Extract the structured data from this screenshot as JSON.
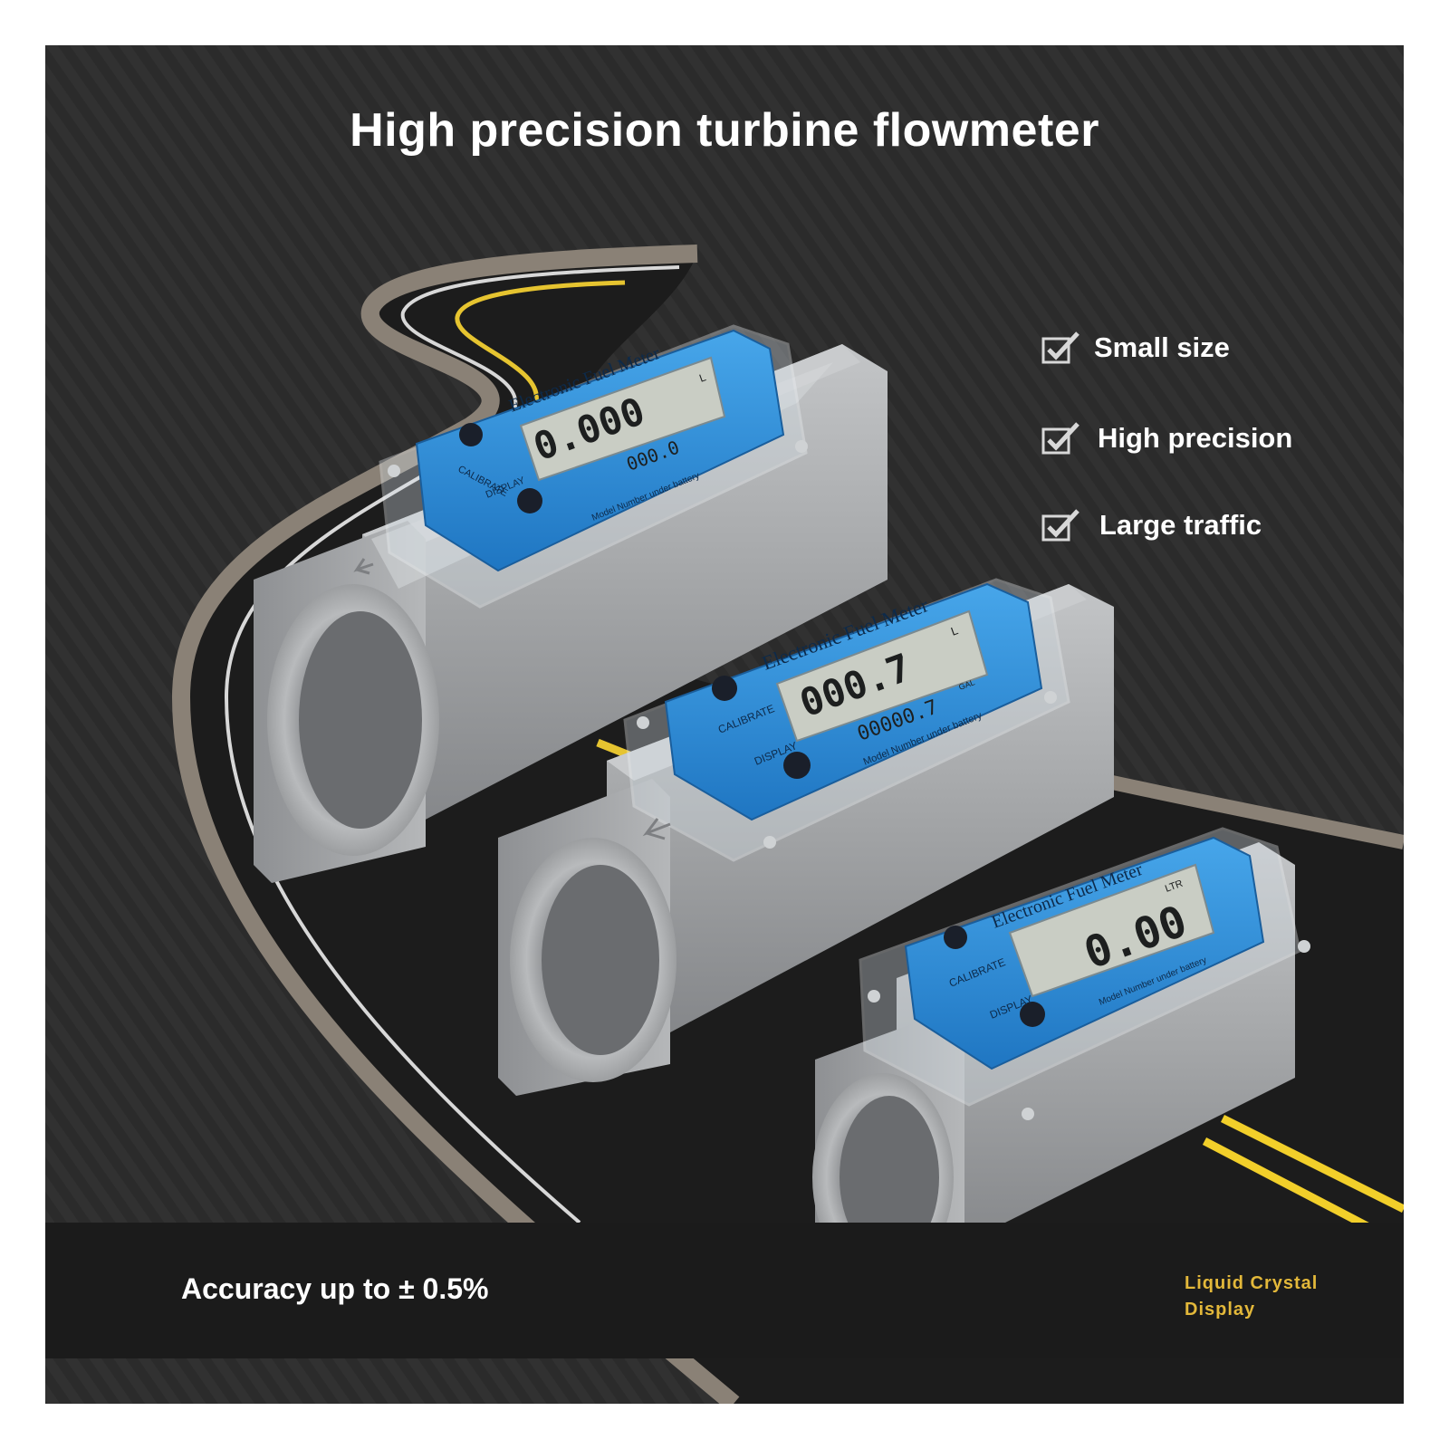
{
  "title": "High precision turbine flowmeter",
  "features": [
    {
      "label": "Small size",
      "icon": "checkbox-checked-icon"
    },
    {
      "label": "High precision",
      "icon": "checkbox-checked-icon"
    },
    {
      "label": "Large traffic",
      "icon": "checkbox-checked-icon"
    }
  ],
  "accuracy": "Accuracy up to ± 0.5%",
  "lcd_caption": {
    "line1": "Liquid Crystal",
    "line2": "Display"
  },
  "meters": [
    {
      "brand": "Electronic Fuel Meter",
      "calibrate": "CALIBRATE",
      "display": "DISPLAY",
      "footer": "Model Number under battery",
      "main": "0.000",
      "unit": "L",
      "sub": "000.0",
      "sub_unit": ""
    },
    {
      "brand": "Electronic Fuel Meter",
      "calibrate": "CALIBRATE",
      "display": "DISPLAY",
      "footer": "Model Number under battery",
      "main": "000.7",
      "unit": "L",
      "sub": "00000.7",
      "sub_unit": "GAL"
    },
    {
      "brand": "Electronic Fuel Meter",
      "calibrate": "CALIBRATE",
      "display": "DISPLAY",
      "footer": "Model Number under battery",
      "main": "0.00",
      "unit": "LTR",
      "sub": "",
      "sub_unit": ""
    }
  ],
  "colors": {
    "background": "#2c2c2c",
    "road": "#1a1a1a",
    "road_edge": "#8c8378",
    "lane_yellow": "#f2cf2a",
    "meter_blue": "#2a8fd6",
    "lcd": "#c9cdc4",
    "body_metal": "#a7a9ab",
    "caption_gold": "#e3b83a"
  }
}
